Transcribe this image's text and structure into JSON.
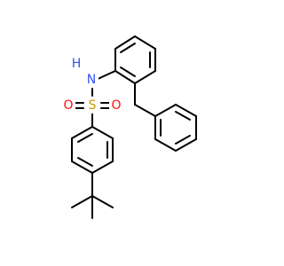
{
  "molecule": {
    "atoms": {
      "nitrogen": {
        "label": "N",
        "color": "#3050F8"
      },
      "hydrogen": {
        "label": "H",
        "color": "#3050F8"
      },
      "sulfur": {
        "label": "S",
        "color": "#C8A000"
      },
      "oxygen_left": {
        "label": "O",
        "color": "#FF0D0D"
      },
      "oxygen_right": {
        "label": "O",
        "color": "#FF0D0D"
      }
    },
    "bond_color": "#000000"
  }
}
